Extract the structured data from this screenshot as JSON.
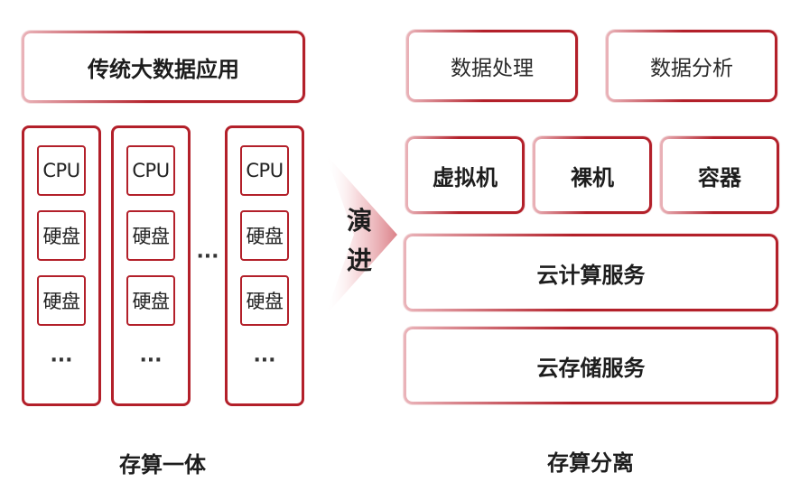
{
  "left": {
    "app_title": "传统大数据应用",
    "columns": [
      {
        "cpu": "CPU",
        "disk1": "硬盘",
        "disk2": "硬盘",
        "more": "···"
      },
      {
        "cpu": "CPU",
        "disk1": "硬盘",
        "disk2": "硬盘",
        "more": "···"
      },
      {
        "cpu": "CPU",
        "disk1": "硬盘",
        "disk2": "硬盘",
        "more": "···"
      }
    ],
    "between_dots": "···",
    "caption": "存算一体"
  },
  "arrow": {
    "label_line1": "演",
    "label_line2": "进"
  },
  "right": {
    "top_boxes": [
      "数据处理",
      "数据分析"
    ],
    "compute_boxes": [
      "虚拟机",
      "裸机",
      "容器"
    ],
    "cloud_compute": "云计算服务",
    "cloud_storage": "云存储服务",
    "caption": "存算分离"
  },
  "colors": {
    "accent": "#b3202a",
    "arrow_gradient": "#d97a82"
  }
}
